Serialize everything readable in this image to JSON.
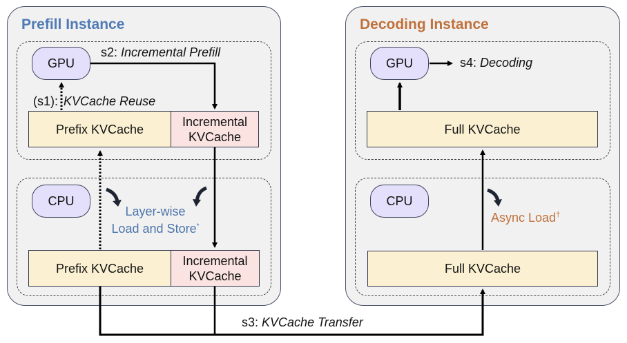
{
  "colors": {
    "prefill_title": "#4f7ab3",
    "decoding_title": "#c0713a",
    "processor_fill": "#e4e0fb",
    "prefix_cache_fill": "#fbf1d2",
    "incremental_cache_fill": "#fae3e1",
    "instance_fill": "#f1f1f2"
  },
  "prefill": {
    "title": "Prefill Instance",
    "gpu_tier": {
      "processor": "GPU",
      "prefix_cache": "Prefix KVCache",
      "incremental_cache_line1": "Incremental",
      "incremental_cache_line2": "KVCache"
    },
    "cpu_tier": {
      "processor": "CPU",
      "prefix_cache": "Prefix KVCache",
      "incremental_cache_line1": "Incremental",
      "incremental_cache_line2": "KVCache"
    },
    "step_s1_prefix": "(s1):",
    "step_s1_label": "KVCache Reuse",
    "step_s2_prefix": "s2:",
    "step_s2_label": "Incremental Prefill",
    "layerwise_line1": "Layer-wise",
    "layerwise_line2": "Load and Store",
    "layerwise_mark": "*"
  },
  "decoding": {
    "title": "Decoding Instance",
    "gpu_tier": {
      "processor": "GPU",
      "full_cache": "Full KVCache"
    },
    "cpu_tier": {
      "processor": "CPU",
      "full_cache": "Full KVCache"
    },
    "step_s4_prefix": "s4:",
    "step_s4_label": "Decoding",
    "async_load": "Async Load",
    "async_mark": "†"
  },
  "transfer": {
    "step_s3_prefix": "s3:",
    "step_s3_label": "KVCache Transfer"
  }
}
